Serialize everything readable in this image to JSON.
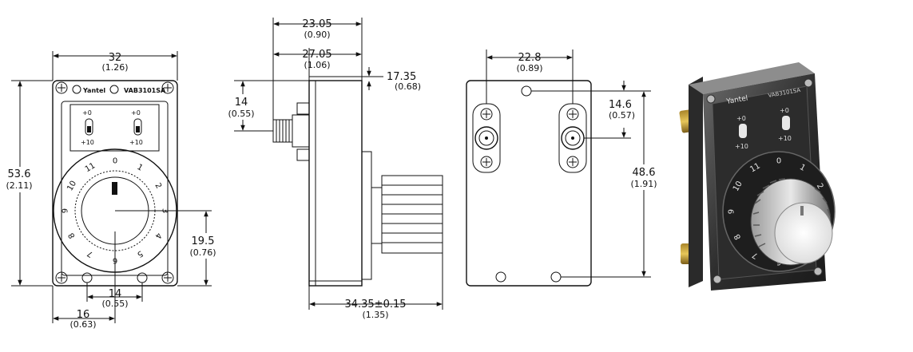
{
  "brand": "Yantel",
  "model": "VAB3101SA",
  "model_photo": "VAB3101SA",
  "switch_labels": {
    "top": "+0",
    "bottom": "+10"
  },
  "dial_numbers": [
    "0",
    "1",
    "2",
    "3",
    "4",
    "5",
    "6",
    "7",
    "8",
    "9",
    "10",
    "11"
  ],
  "front_view": {
    "width": {
      "mm": "32",
      "in": "(1.26)"
    },
    "height": {
      "mm": "53.6",
      "in": "(2.11)"
    },
    "center_height": {
      "mm": "19.5",
      "in": "(0.76)"
    },
    "hole_spacing": {
      "mm": "14",
      "in": "(0.55)"
    },
    "hole_offset": {
      "mm": "16",
      "in": "(0.63)"
    }
  },
  "side_view": {
    "connector_depth": {
      "mm": "23.05",
      "in": "(0.90)"
    },
    "body_depth": {
      "mm": "27.05",
      "in": "(1.06)"
    },
    "connector_height": {
      "mm": "14",
      "in": "(0.55)"
    },
    "top_offset": {
      "mm": "17.35",
      "in": "(0.68)"
    },
    "total_depth": {
      "mm": "34.35±0.15",
      "in": "(1.35)"
    }
  },
  "rear_view": {
    "connector_spacing": {
      "mm": "22.8",
      "in": "(0.89)"
    },
    "connector_offset": {
      "mm": "14.6",
      "in": "(0.57)"
    },
    "mount_height": {
      "mm": "48.6",
      "in": "(1.91)"
    }
  },
  "colors": {
    "ink": "#111111",
    "body_dark": "#3a3a3a",
    "knob": "#f2f2f2"
  }
}
